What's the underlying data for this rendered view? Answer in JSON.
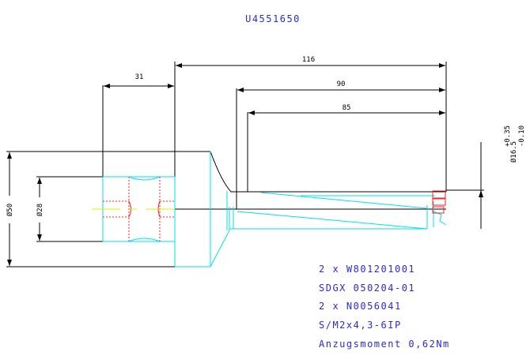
{
  "title": "U4551650",
  "dimensions": {
    "d31": "31",
    "d116": "116",
    "d90": "90",
    "d85": "85",
    "dia50": "Ø50",
    "dia28": "Ø28",
    "dia16": "Ø16.5",
    "tol_upper": "+0.35",
    "tol_lower": "-0.10"
  },
  "notes": [
    "2 x W801201001",
    "SDGX 050204-01",
    "2 x N0056041",
    "S/M2x4,3-6IP",
    "Anzugsmoment 0,62Nm"
  ],
  "colors": {
    "text": "#2a2ad8",
    "outline": "#000000",
    "body": "#00e0f0",
    "hidden": "#ff2020",
    "centerline": "#e8e800"
  }
}
